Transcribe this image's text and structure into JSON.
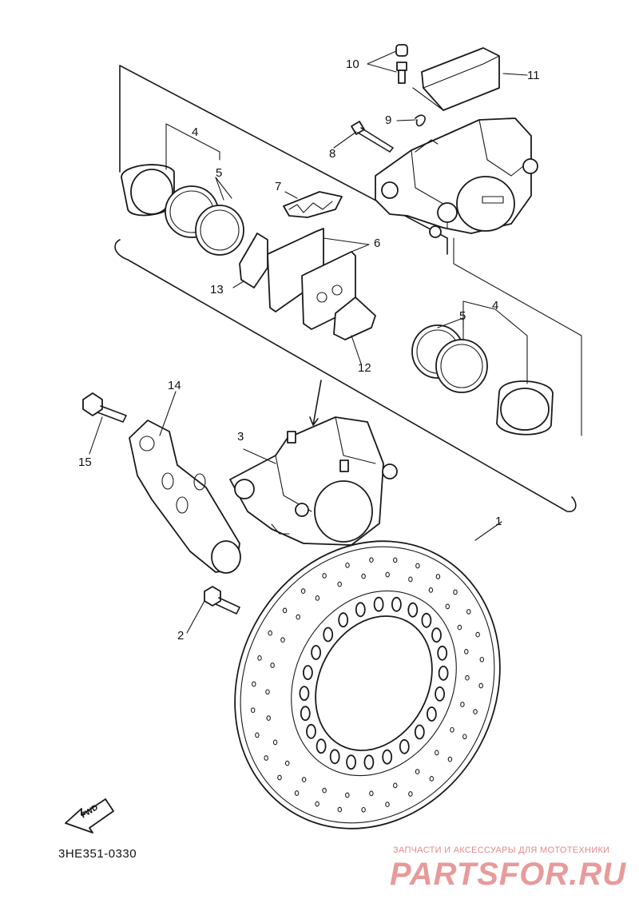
{
  "diagram": {
    "code": "3HE351-0330",
    "direction_label": "FWD",
    "callouts": [
      "1",
      "2",
      "3",
      "4",
      "5",
      "6",
      "7",
      "8",
      "9",
      "10",
      "11",
      "12",
      "13",
      "14",
      "15",
      "4",
      "5"
    ]
  },
  "watermark": {
    "line1": "ЗАПЧАСТИ И АКСЕССУАРЫ ДЛЯ МОТОТЕХНИКИ",
    "logo": "PARTSFOR.RU"
  },
  "colors": {
    "ink": "#1a1a1a",
    "watermark": "#e89a9a"
  },
  "icons": {
    "direction": "fwd-arrow-icon"
  }
}
